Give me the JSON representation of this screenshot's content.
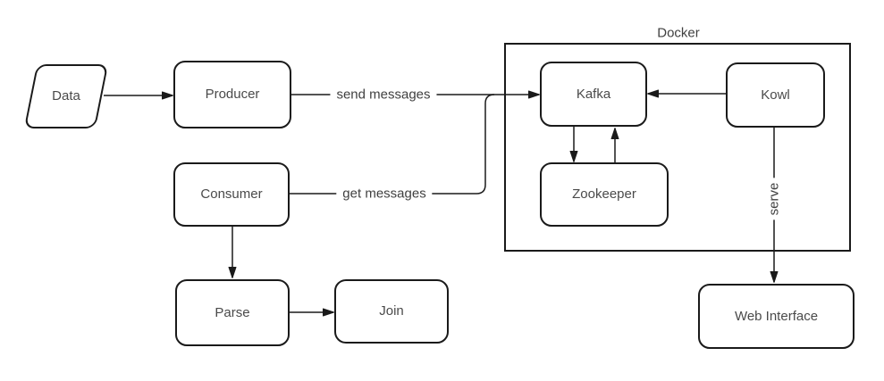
{
  "diagram": {
    "type": "flowchart",
    "background": "#ffffff",
    "colors": {
      "shape_stroke": "#1a1a1a",
      "shape_fill": "#ffffff",
      "text": "#4a4a4a"
    },
    "container": {
      "id": "docker",
      "label": "Docker"
    },
    "nodes": [
      {
        "id": "data",
        "label": "Data",
        "shape": "parallelogram"
      },
      {
        "id": "producer",
        "label": "Producer",
        "shape": "rounded-rect"
      },
      {
        "id": "consumer",
        "label": "Consumer",
        "shape": "rounded-rect"
      },
      {
        "id": "parse",
        "label": "Parse",
        "shape": "rounded-rect"
      },
      {
        "id": "join",
        "label": "Join",
        "shape": "rounded-rect"
      },
      {
        "id": "kafka",
        "label": "Kafka",
        "shape": "rounded-rect",
        "inside": "docker"
      },
      {
        "id": "zookeeper",
        "label": "Zookeeper",
        "shape": "rounded-rect",
        "inside": "docker"
      },
      {
        "id": "kowl",
        "label": "Kowl",
        "shape": "rounded-rect",
        "inside": "docker"
      },
      {
        "id": "web_interface",
        "label": "Web Interface",
        "shape": "rounded-rect"
      }
    ],
    "edges": [
      {
        "from": "data",
        "to": "producer",
        "label": ""
      },
      {
        "from": "producer",
        "to": "kafka",
        "label": "send messages"
      },
      {
        "from": "consumer",
        "to": "kafka",
        "label": "get messages"
      },
      {
        "from": "consumer",
        "to": "parse",
        "label": ""
      },
      {
        "from": "parse",
        "to": "join",
        "label": ""
      },
      {
        "from": "kowl",
        "to": "kafka",
        "label": ""
      },
      {
        "from": "kafka",
        "to": "zookeeper",
        "label": ""
      },
      {
        "from": "zookeeper",
        "to": "kafka",
        "label": ""
      },
      {
        "from": "kowl",
        "to": "web_interface",
        "label": "serve"
      }
    ]
  }
}
